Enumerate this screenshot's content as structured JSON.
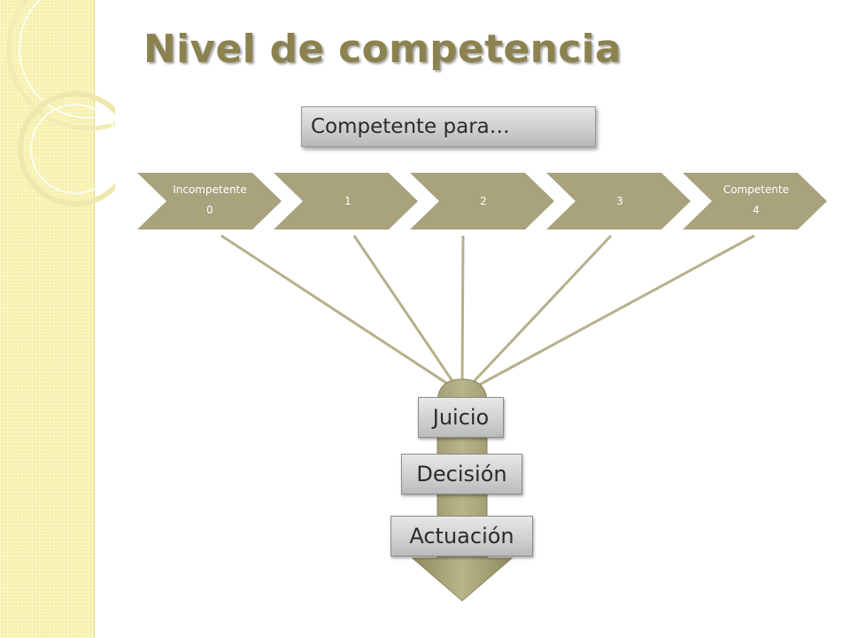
{
  "title": "Nivel de competencia",
  "subtitle": "Competente para…",
  "levels": [
    {
      "line1": "Incompetente",
      "line2": "0"
    },
    {
      "line1": "1",
      "line2": ""
    },
    {
      "line1": "2",
      "line2": ""
    },
    {
      "line1": "3",
      "line2": ""
    },
    {
      "line1": "Competente",
      "line2": "4"
    }
  ],
  "stages": {
    "juicio": "Juicio",
    "decision": "Decisión",
    "actuacion": "Actuación"
  },
  "colors": {
    "accent": "#8c8250",
    "strip": "#f6f0a8",
    "chevron": "#a8a27d"
  }
}
